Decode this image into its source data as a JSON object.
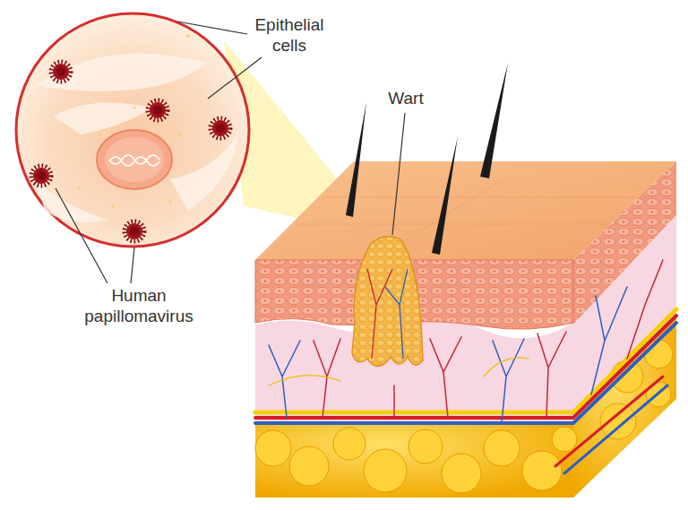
{
  "diagram": {
    "labels": [
      "Epithelial cells",
      "Wart",
      "Human papillomavirus"
    ]
  }
}
